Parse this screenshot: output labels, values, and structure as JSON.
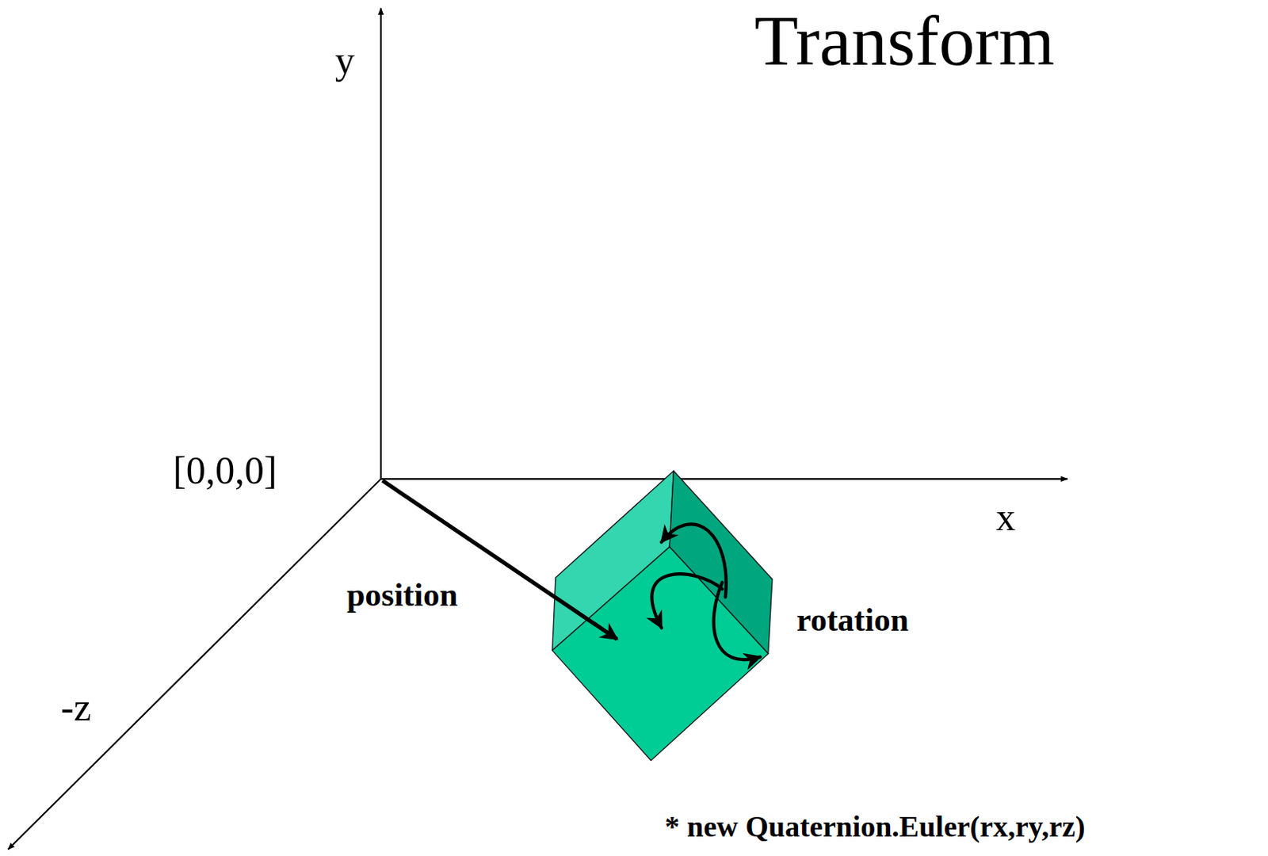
{
  "diagram": {
    "title": "Transform",
    "labels": [
      "y",
      "[0,0,0]",
      "x",
      "position",
      "rotation",
      "-z",
      "* new Quaternion.Euler(rx,ry,rz)"
    ]
  }
}
